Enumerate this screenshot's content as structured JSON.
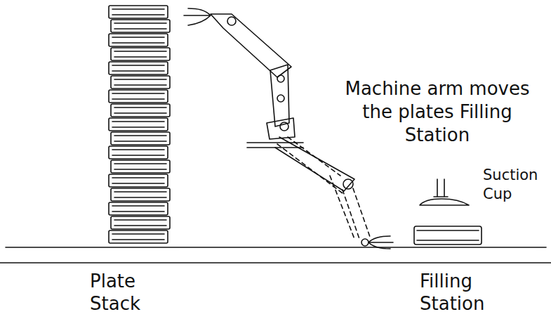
{
  "diagram": {
    "labels": [
      "Machine arm moves the plates Filling Station",
      "Suction Cup",
      "Plate Stack",
      "Filling Station"
    ]
  }
}
